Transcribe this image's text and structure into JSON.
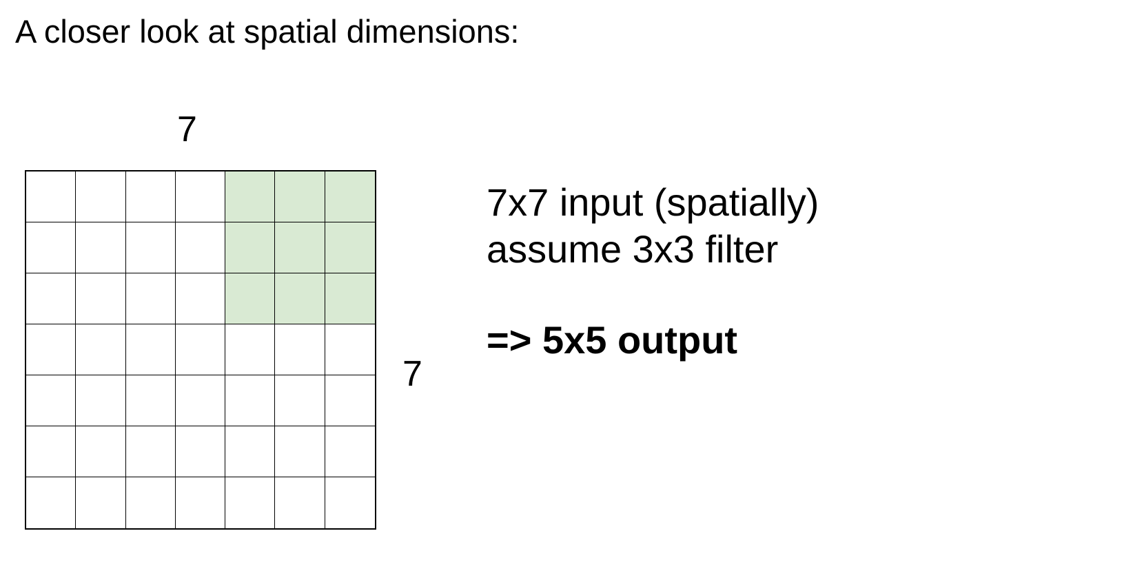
{
  "title": "A closer look at spatial dimensions:",
  "grid": {
    "width_label": "7",
    "height_label": "7",
    "rows": 7,
    "cols": 7,
    "highlight": {
      "row_start": 0,
      "col_start": 4,
      "size": 3
    },
    "highlight_color": "#d9ead3",
    "line_color": "#000000"
  },
  "info": {
    "line1": "7x7 input (spatially)",
    "line2": "assume 3x3 filter",
    "result": "=> 5x5 output"
  }
}
